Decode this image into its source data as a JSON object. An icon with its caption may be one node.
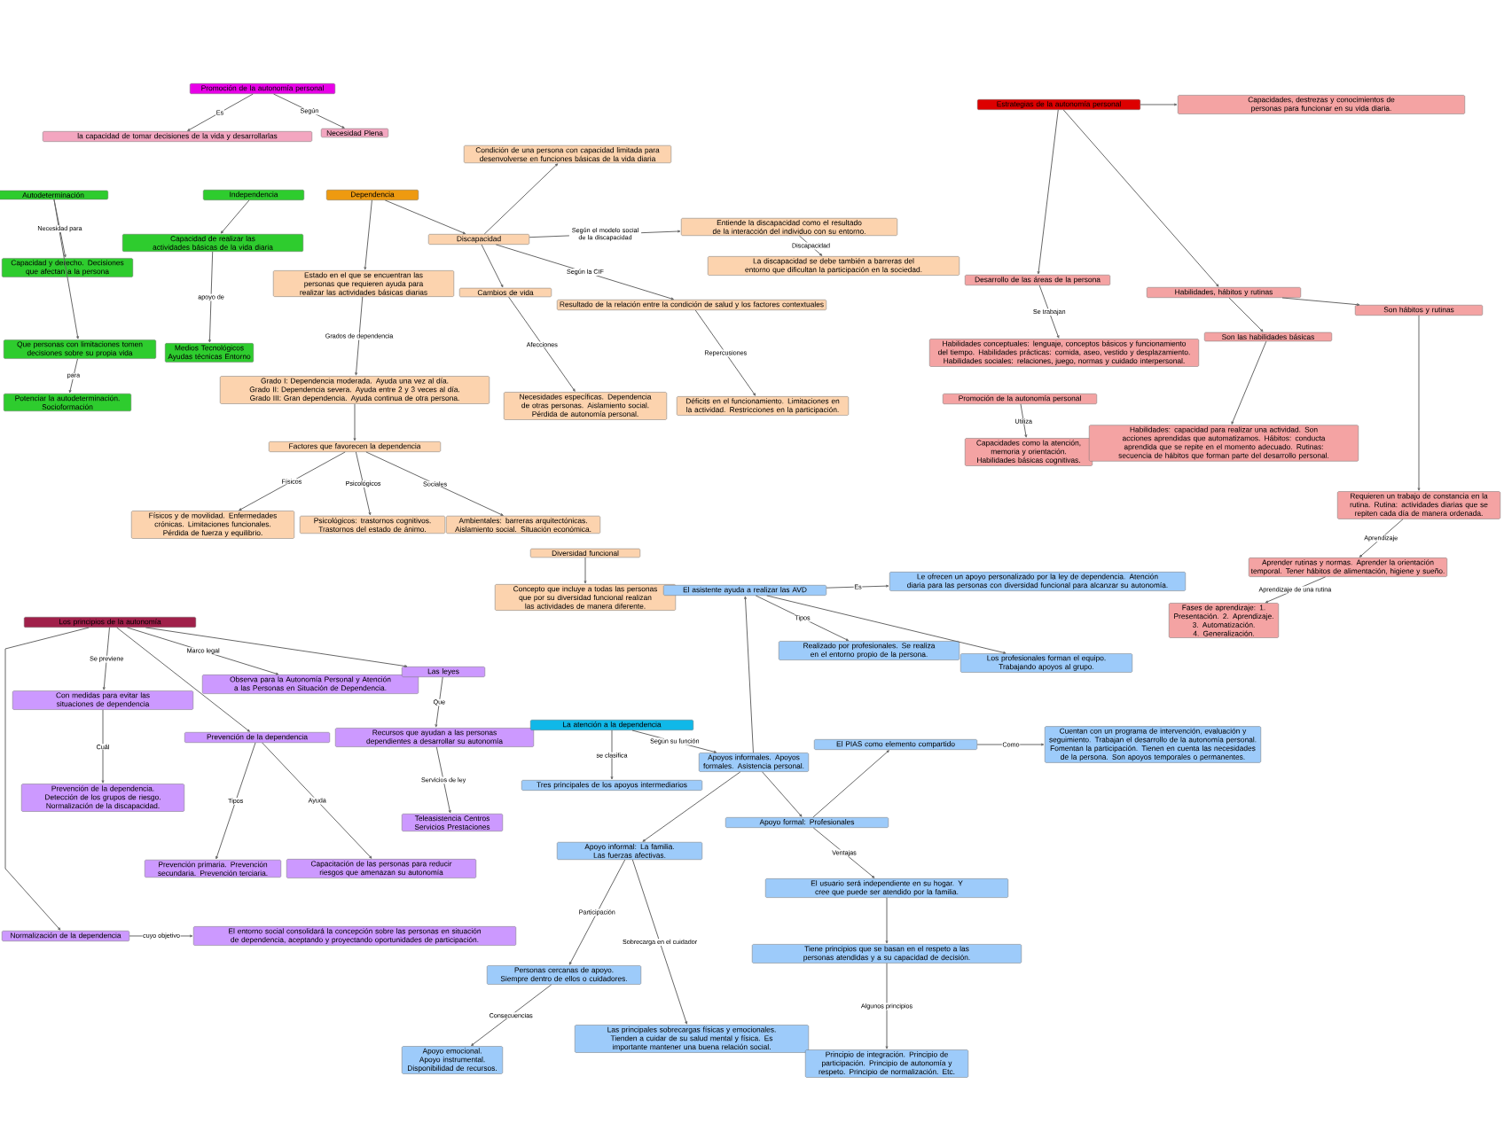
{
  "diagram": {
    "nodes": [
      {
        "text": [
          "Promoción de la autonomía personal"
        ]
      },
      {
        "text": [
          "la capacidad de tomar decisiones de la vida y desarrollarlas"
        ]
      },
      {
        "text": [
          "Necesidad Plena"
        ]
      },
      {
        "text": [
          "Autodeterminación"
        ]
      },
      {
        "text": [
          "Capacidad y derecho. Decisiones que afectan a la persona"
        ]
      },
      {
        "text": [
          "Que personas con limitaciones tomen decisiones sobre su propia vida"
        ]
      },
      {
        "text": [
          "Potenciar la autodeterminación. Socioformación"
        ]
      },
      {
        "text": [
          "Independencia"
        ]
      },
      {
        "text": [
          "Capacidad de realizar las actividades básicas de la vida diaria"
        ]
      },
      {
        "text": [
          "Medios Tecnológicos Ayudas técnicas Entorno"
        ]
      },
      {
        "text": [
          "Dependencia"
        ]
      },
      {
        "text": [
          "Estado en el que se encuentran las personas que requieren ayuda para realizar las actividades básicas diarias"
        ]
      },
      {
        "text": [
          "Grado I: Dependencia moderada. Ayuda una vez al día. Grado II: Dependencia severa. Ayuda entre 2 y 3 veces al día. Grado III: Gran dependencia. Ayuda continua de otra persona."
        ]
      },
      {
        "text": [
          "Factores que favorecen la dependencia"
        ]
      },
      {
        "text": [
          "Físicos y de movilidad. Enfermedades crónicas. Limitaciones funcionales. Pérdida de fuerza y equilibrio."
        ]
      },
      {
        "text": [
          "Psicológicos: trastornos cognitivos. Trastornos del estado de ánimo."
        ]
      },
      {
        "text": [
          "Ambientales: barreras arquitectónicas. Aislamiento social. Situación económica."
        ]
      },
      {
        "text": [
          "Discapacidad"
        ]
      },
      {
        "text": [
          "Condición de una persona con capacidad limitada para desenvolverse en funciones básicas de la vida diaria"
        ]
      },
      {
        "text": [
          "Entiende la discapacidad como el resultado de la interacción del individuo con su entorno."
        ]
      },
      {
        "text": [
          "La discapacidad se debe también a barreras del entorno que dificultan la participación en la sociedad."
        ]
      },
      {
        "text": [
          "Cambios de vida"
        ]
      },
      {
        "text": [
          "Resultado de la relación entre la condición de salud y los factores contextuales"
        ]
      },
      {
        "text": [
          "Necesidades específicas. Dependencia de otras personas. Aislamiento social. Pérdida de autonomía personal."
        ]
      },
      {
        "text": [
          "Déficits en el funcionamiento. Limitaciones en la actividad. Restricciones en la participación."
        ]
      },
      {
        "text": [
          "Diversidad funcional"
        ]
      },
      {
        "text": [
          "Concepto que incluye a todas las personas que por su diversidad funcional realizan las actividades de manera diferente."
        ]
      },
      {
        "text": [
          "Los principios de la autonomía"
        ]
      },
      {
        "text": [
          "Con medidas para evitar las situaciones de dependencia"
        ]
      },
      {
        "text": [
          "Prevención de la dependencia. Detección de los grupos de riesgo. Normalización de la discapacidad."
        ]
      },
      {
        "text": [
          "Prevención de la dependencia"
        ]
      },
      {
        "text": [
          "Prevención primaria. Prevención secundaria. Prevención terciaria."
        ]
      },
      {
        "text": [
          "Capacitación de las personas para reducir riesgos que amenazan su autonomía"
        ]
      },
      {
        "text": [
          "Observa para la Autonomía Personal y Atención a las Personas en Situación de Dependencia."
        ]
      },
      {
        "text": [
          "Las leyes"
        ]
      },
      {
        "text": [
          "Recursos que ayudan a las personas dependientes a desarrollar su autonomía"
        ]
      },
      {
        "text": [
          "Teleasistencia Centros Servicios Prestaciones"
        ]
      },
      {
        "text": [
          "Normalización de la dependencia"
        ]
      },
      {
        "text": [
          "El entorno social consolidará la concepción sobre las personas en situación de dependencia, aceptando y proyectando oportunidades de participación."
        ]
      },
      {
        "text": [
          "La atención a la dependencia"
        ]
      },
      {
        "text": [
          "Tres principales de los apoyos intermediarios"
        ]
      },
      {
        "text": [
          "Apoyos informales. Apoyos formales. Asistencia personal."
        ]
      },
      {
        "text": [
          "El asistente ayuda a realizar las AVD"
        ]
      },
      {
        "text": [
          "Le ofrecen un apoyo personalizado por la ley de dependencia. Atención diaria para las personas con diversidad funcional para alcanzar su autonomía."
        ]
      },
      {
        "text": [
          "Realizado por profesionales. Se realiza en el entorno propio de la persona."
        ]
      },
      {
        "text": [
          "Los profesionales forman el equipo. Trabajando apoyos al grupo."
        ]
      },
      {
        "text": [
          "Apoyo formal: Profesionales"
        ]
      },
      {
        "text": [
          "El PIAS como elemento compartido"
        ]
      },
      {
        "text": [
          "Cuentan con un programa de intervención, evaluación y seguimiento. Trabajan el desarrollo de la autonomía personal. Fomentan la participación. Tienen en cuenta las necesidades de la persona. Son apoyos temporales o permanentes."
        ]
      },
      {
        "text": [
          "Apoyo informal: La familia. Las fuerzas afectivas."
        ]
      },
      {
        "text": [
          "Personas cercanas de apoyo. Siempre dentro de ellos o cuidadores."
        ]
      },
      {
        "text": [
          "Apoyo emocional. Apoyo instrumental. Disponibilidad de recursos."
        ]
      },
      {
        "text": [
          "Las principales sobrecargas físicas y emocionales. Tienden a cuidar de su salud mental y física. Es importante mantener una buena relación social."
        ]
      },
      {
        "text": [
          "El usuario será independiente en su hogar. Y cree que puede ser atendido por la familia."
        ]
      },
      {
        "text": [
          "Tiene principios que se basan en el respeto a las personas atendidas y a su capacidad de decisión."
        ]
      },
      {
        "text": [
          "Principio de integración. Principio de participación. Principio de autonomía y respeto. Principio de normalización. Etc."
        ]
      },
      {
        "text": [
          "Estrategias de la autonomía personal"
        ]
      },
      {
        "text": [
          "Capacidades, destrezas y conocimientos de personas para funcionar en su vida diaria."
        ]
      },
      {
        "text": [
          "Desarrollo de las áreas de la persona"
        ]
      },
      {
        "text": [
          "Habilidades conceptuales: lenguaje, conceptos básicos y funcionamiento del tiempo. Habilidades prácticas: comida, aseo, vestido y desplazamiento. Habilidades sociales: relaciones, juego, normas y cuidado interpersonal."
        ]
      },
      {
        "text": [
          "Promoción de la autonomía personal"
        ]
      },
      {
        "text": [
          "Capacidades como la atención, memoria y orientación. Habilidades básicas cognitivas."
        ]
      },
      {
        "text": [
          "Habilidades, hábitos y rutinas"
        ]
      },
      {
        "text": [
          "Son las habilidades básicas"
        ]
      },
      {
        "text": [
          "Habilidades: capacidad para realizar una actividad. Son acciones aprendidas que automatizamos. Hábitos: conducta aprendida que se repite en el momento adecuado. Rutinas: secuencia de hábitos que forman parte del desarrollo personal."
        ]
      },
      {
        "text": [
          "Son hábitos y rutinas"
        ]
      },
      {
        "text": [
          "Requieren un trabajo de constancia en la rutina. Rutina: actividades diarias que se repiten cada día de manera ordenada."
        ]
      },
      {
        "text": [
          "Aprender rutinas y normas. Aprender la orientación temporal. Tener hábitos de alimentación, higiene y sueño."
        ]
      },
      {
        "text": [
          "Fases de aprendizaje: 1. Presentación. 2. Aprendizaje. 3. Automatización. 4. Generalización."
        ]
      }
    ],
    "edges": [
      {
        "from": 0,
        "to": 1,
        "arrow": "to",
        "label": "Es"
      },
      {
        "from": 0,
        "to": 2,
        "arrow": "to",
        "label": "Según"
      },
      {
        "from": 3,
        "to": 4,
        "arrow": "to",
        "label": "Necesidad para"
      },
      {
        "from": 3,
        "to": 5,
        "arrow": "to"
      },
      {
        "from": 5,
        "to": 6,
        "arrow": "to",
        "label": "para"
      },
      {
        "from": 7,
        "to": 8,
        "arrow": "to"
      },
      {
        "from": 8,
        "to": 9,
        "arrow": "to",
        "label": "apoyo de"
      },
      {
        "from": 10,
        "to": 11,
        "arrow": "to"
      },
      {
        "from": 11,
        "to": 12,
        "arrow": "to",
        "label": "Grados de dependencia"
      },
      {
        "from": 12,
        "to": 13,
        "arrow": "to"
      },
      {
        "from": 13,
        "to": 14,
        "arrow": "to",
        "label": "Físicos"
      },
      {
        "from": 13,
        "to": 15,
        "arrow": "to",
        "label": "Psicológicos"
      },
      {
        "from": 13,
        "to": 16,
        "arrow": "to",
        "label": "Sociales"
      },
      {
        "from": 10,
        "to": 17,
        "arrow": "to"
      },
      {
        "from": 17,
        "to": 18,
        "arrow": "to"
      },
      {
        "from": 17,
        "to": 19,
        "arrow": "to",
        "label": "Según el modelo social de la discapacidad"
      },
      {
        "from": 19,
        "to": 20,
        "arrow": "to",
        "label": "Discapacidad"
      },
      {
        "from": 17,
        "to": 21,
        "arrow": "to"
      },
      {
        "from": 17,
        "to": 22,
        "arrow": "to",
        "label": "Según la CIF"
      },
      {
        "from": 21,
        "to": 23,
        "arrow": "to",
        "label": "Afecciones"
      },
      {
        "from": 22,
        "to": 24,
        "arrow": "to",
        "label": "Repercusiones"
      },
      {
        "from": 25,
        "to": 26,
        "arrow": "to"
      },
      {
        "from": 27,
        "to": 28,
        "arrow": "to",
        "label": "Se previene"
      },
      {
        "from": 28,
        "to": 29,
        "arrow": "to",
        "label": "Cuál"
      },
      {
        "from": 27,
        "to": 37,
        "arrow": "to"
      },
      {
        "from": 27,
        "to": 30,
        "arrow": "to"
      },
      {
        "from": 30,
        "to": 31,
        "arrow": "to",
        "label": "Tipos"
      },
      {
        "from": 30,
        "to": 32,
        "arrow": "to",
        "label": "Ayuda"
      },
      {
        "from": 27,
        "to": 33,
        "arrow": "to",
        "label": "Marco legal"
      },
      {
        "from": 27,
        "to": 34,
        "arrow": "to"
      },
      {
        "from": 34,
        "to": 35,
        "arrow": "to",
        "label": "Que"
      },
      {
        "from": 35,
        "to": 36,
        "arrow": "to",
        "label": "Servicios de ley"
      },
      {
        "from": 37,
        "to": 38,
        "arrow": "to",
        "label": "cuyo objetivo"
      },
      {
        "from": 39,
        "to": 40,
        "arrow": "to",
        "label": "se clasifica"
      },
      {
        "from": 39,
        "to": 41,
        "arrow": "to",
        "label": "Según su función"
      },
      {
        "from": 41,
        "to": 42,
        "arrow": "to"
      },
      {
        "from": 42,
        "to": 43,
        "arrow": "to",
        "label": "Es"
      },
      {
        "from": 42,
        "to": 44,
        "arrow": "to",
        "label": "Tipos"
      },
      {
        "from": 42,
        "to": 45,
        "arrow": "to"
      },
      {
        "from": 41,
        "to": 46,
        "arrow": "to"
      },
      {
        "from": 46,
        "to": 47,
        "arrow": "to"
      },
      {
        "from": 47,
        "to": 48,
        "arrow": "to",
        "label": "Como"
      },
      {
        "from": 41,
        "to": 49,
        "arrow": "to"
      },
      {
        "from": 49,
        "to": 50,
        "arrow": "to",
        "label": "Participación"
      },
      {
        "from": 50,
        "to": 51,
        "arrow": "to",
        "label": "Consecuencias"
      },
      {
        "from": 49,
        "to": 52,
        "arrow": "to",
        "label": "Sobrecarga en el cuidador"
      },
      {
        "from": 46,
        "to": 53,
        "arrow": "to",
        "label": "Ventajas"
      },
      {
        "from": 53,
        "to": 54,
        "arrow": "to"
      },
      {
        "from": 54,
        "to": 55,
        "arrow": "to",
        "label": "Algunos principios"
      },
      {
        "from": 56,
        "to": 57,
        "arrow": "to"
      },
      {
        "from": 56,
        "to": 58,
        "arrow": "to"
      },
      {
        "from": 58,
        "to": 59,
        "arrow": "to",
        "label": "Se trabajan"
      },
      {
        "from": 60,
        "to": 61,
        "arrow": "to",
        "label": "Utiliza"
      },
      {
        "from": 56,
        "to": 62,
        "arrow": "to"
      },
      {
        "from": 62,
        "to": 63,
        "arrow": "to"
      },
      {
        "from": 63,
        "to": 64,
        "arrow": "to"
      },
      {
        "from": 62,
        "to": 65,
        "arrow": "to"
      },
      {
        "from": 65,
        "to": 66,
        "arrow": "to"
      },
      {
        "from": 66,
        "to": 67,
        "arrow": "to",
        "label": "Aprendizaje"
      },
      {
        "from": 67,
        "to": 68,
        "arrow": "to",
        "label": "Aprendizaje de una rutina"
      }
    ]
  }
}
